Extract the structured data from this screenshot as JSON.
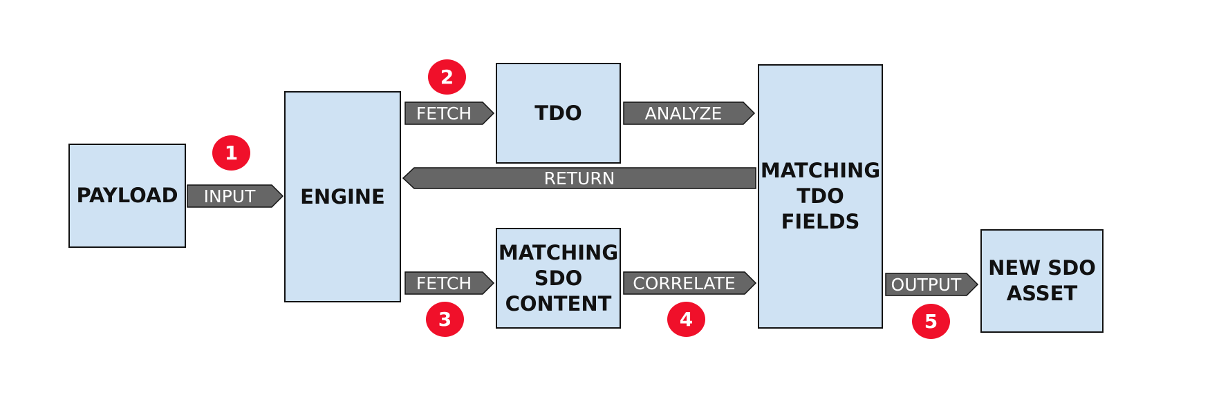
{
  "boxes": {
    "payload": "PAYLOAD",
    "engine": "ENGINE",
    "tdo": "TDO",
    "matching_sdo_content": "MATCHING\nSDO\nCONTENT",
    "matching_tdo_fields": "MATCHING\nTDO FIELDS",
    "new_sdo_asset": "NEW SDO\nASSET"
  },
  "arrows": {
    "input": "INPUT",
    "fetch_tdo": "FETCH",
    "analyze": "ANALYZE",
    "return": "RETURN",
    "fetch_sdo": "FETCH",
    "correlate": "CORRELATE",
    "output": "OUTPUT"
  },
  "steps": {
    "step1": "1",
    "step2": "2",
    "step3": "3",
    "step4": "4",
    "step5": "5"
  },
  "colors": {
    "box_fill": "#cfe2f3",
    "box_border": "#111111",
    "arrow_fill": "#666666",
    "badge_fill": "#f0102a"
  }
}
